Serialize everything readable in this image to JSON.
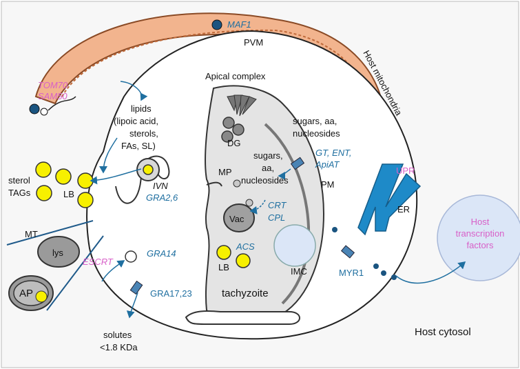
{
  "labels": {
    "maf1": "MAF1",
    "pvm": "PVM",
    "host_mito": "Host mitochondria",
    "apical_complex": "Apical complex",
    "tom70": "TOM70",
    "sam50": "SAM50",
    "lipids": [
      "lipids",
      "(lipoic acid,",
      "sterols,",
      "FAs, SL)"
    ],
    "dg": "DG",
    "sugars_outer": [
      "sugars, aa,",
      "nucleosides"
    ],
    "transporters": [
      "GT, ENT,",
      "ApiAT"
    ],
    "sugars_inner": [
      "sugars,",
      "aa,",
      "nucleosides"
    ],
    "mp": "MP",
    "sterol_tags": [
      "sterol",
      "TAGs"
    ],
    "lb": "LB",
    "ivn": "IVN",
    "gra2_6": "GRA2,6",
    "pm": "PM",
    "upr": "UPR",
    "er": "ER",
    "crt": "CRT",
    "cpl": "CPL",
    "vac": "Vac",
    "mt": "MT",
    "lys": "lys",
    "escrt": "ESCRT",
    "gra14": "GRA14",
    "acs": "ACS",
    "lb_inner": "LB",
    "imc": "IMC",
    "myr1": "MYR1",
    "host_tf": [
      "Host",
      "transcription",
      "factors"
    ],
    "ap": "AP",
    "tachyzoite": "tachyzoite",
    "gra17_23": "GRA17,23",
    "solutes": [
      "solutes",
      "<1.8 KDa"
    ],
    "host_cytosol": "Host cytosol"
  },
  "colors": {
    "mito_fill": "#f2b48e",
    "mito_stroke": "#c06a3a",
    "blue_label": "#1f6fa0",
    "pink_label": "#d860c8",
    "lipid_yellow": "#f7f000",
    "er_blue": "#1e8ac8",
    "parasite_fill": "#e4e4e4",
    "organelle_gray": "#9a9a9a",
    "tf_fill": "#dbe6f7"
  }
}
